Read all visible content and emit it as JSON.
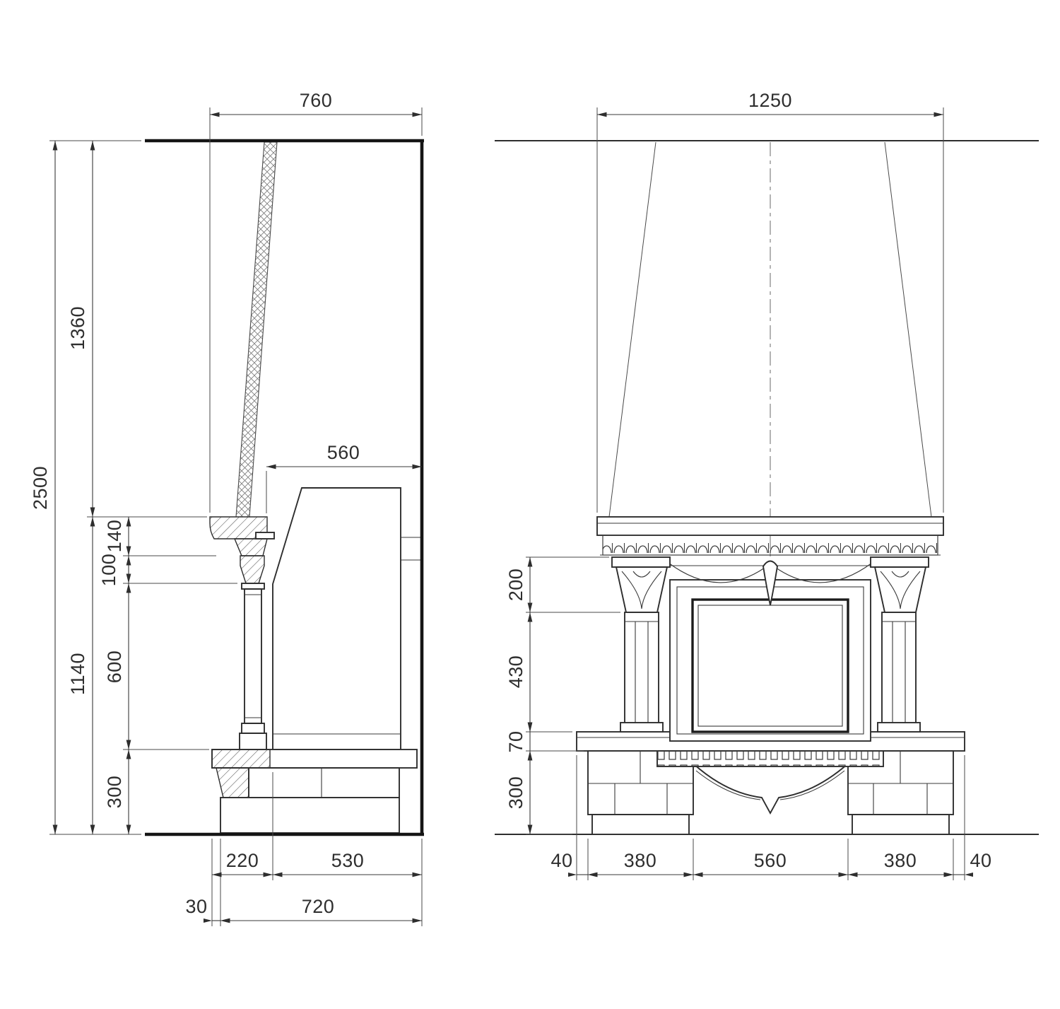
{
  "drawing": {
    "type": "fireplace-technical-drawing",
    "line_color": "#2e2e2e",
    "background": "#ffffff"
  },
  "side_view": {
    "width_top": "760",
    "height_total": "2500",
    "height_upper": "1360",
    "height_lower": "1140",
    "shelf_height": "140",
    "capital_height": "100",
    "column_height": "600",
    "base_height": "300",
    "insert_depth": "560",
    "hearth_depth": "220",
    "body_depth": "530",
    "wall_gap": "30",
    "total_depth": "720"
  },
  "front_view": {
    "mantel_width": "1250",
    "capital_height": "200",
    "opening_height": "430",
    "slab_height": "70",
    "base_height": "300",
    "edge_left": "40",
    "pier_left": "380",
    "opening_width": "560",
    "pier_right": "380",
    "edge_right": "40"
  }
}
